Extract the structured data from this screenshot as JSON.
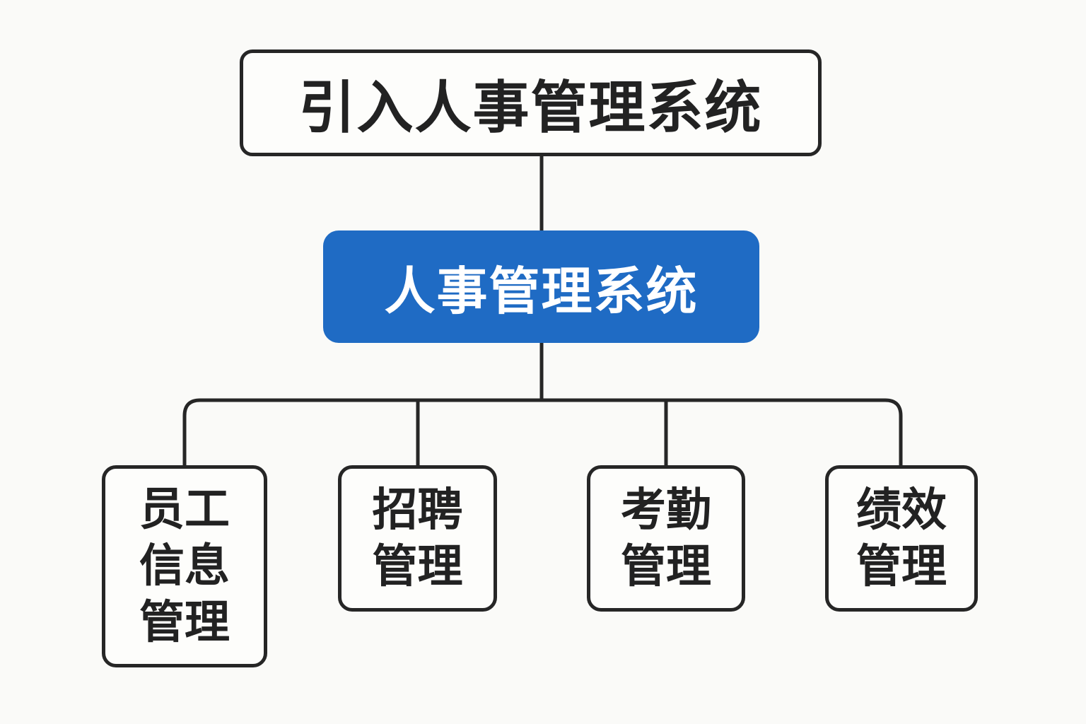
{
  "diagram": {
    "root": {
      "label": "引入人事管理系统"
    },
    "center": {
      "label": "人事管理系统",
      "fill_color": "#1f6bc4"
    },
    "children": [
      {
        "label": "员工信息管理"
      },
      {
        "label": "招聘管理"
      },
      {
        "label": "考勤管理"
      },
      {
        "label": "绩效管理"
      }
    ],
    "edges": [
      {
        "from": "引入人事管理系统",
        "to": "人事管理系统"
      },
      {
        "from": "人事管理系统",
        "to": "员工信息管理"
      },
      {
        "from": "人事管理系统",
        "to": "招聘管理"
      },
      {
        "from": "人事管理系统",
        "to": "考勤管理"
      },
      {
        "from": "人事管理系统",
        "to": "绩效管理"
      }
    ],
    "line_color": "#262626"
  }
}
